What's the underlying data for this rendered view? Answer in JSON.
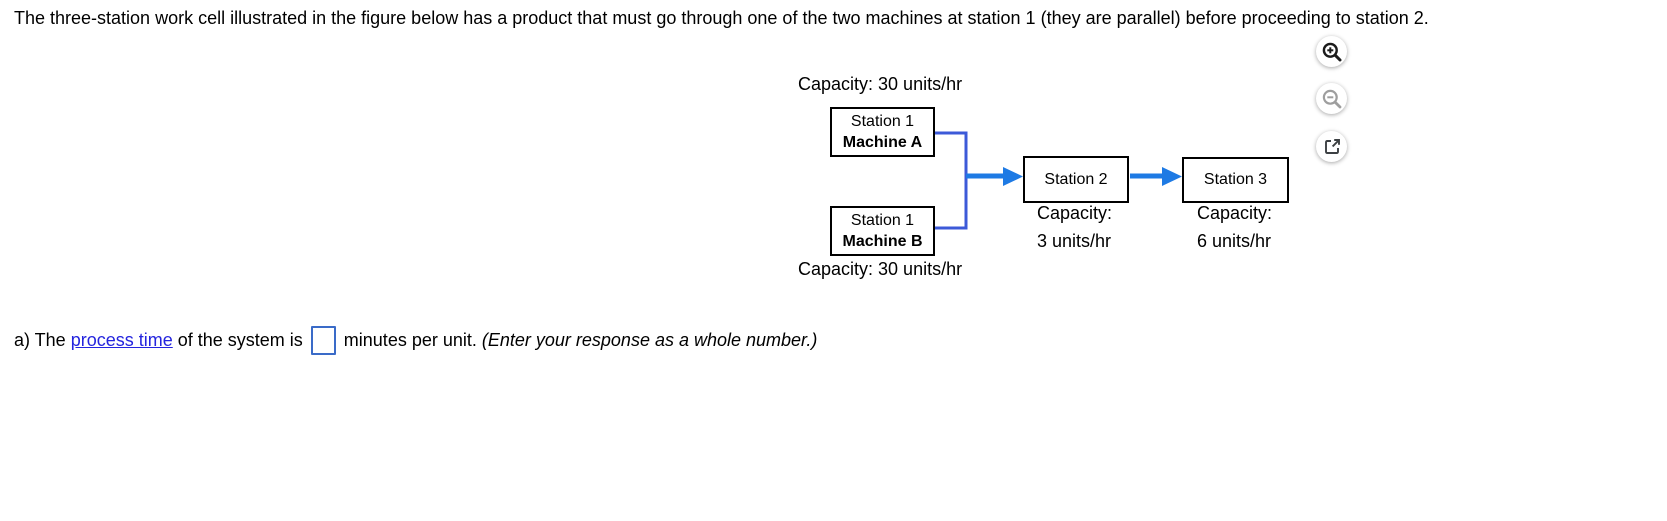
{
  "problem": {
    "statement": "The three-station work cell illustrated in the figure below has a product that must go through one of the two machines at station 1 (they are parallel) before proceeding to station 2."
  },
  "diagram": {
    "machine_a": {
      "station": "Station 1",
      "machine": "Machine A",
      "capacity": "Capacity: 30 units/hr"
    },
    "machine_b": {
      "station": "Station 1",
      "machine": "Machine B",
      "capacity": "Capacity: 30 units/hr"
    },
    "station2": {
      "label": "Station 2",
      "capacity_label": "Capacity:",
      "capacity_value": "3 units/hr"
    },
    "station3": {
      "label": "Station 3",
      "capacity_label": "Capacity:",
      "capacity_value": "6 units/hr"
    },
    "colors": {
      "connector_blue": "#3C5AD8",
      "arrow_blue": "#1E7AE4",
      "box_border": "#000000"
    }
  },
  "figure_tools": {
    "zoom_in_icon": "magnifier-plus",
    "zoom_out_icon": "magnifier-minus",
    "open_in_new_icon": "open-in-new-window",
    "colors": {
      "active": "#1b1b1b",
      "disabled": "#9e9e9e",
      "open": "#3c4043"
    }
  },
  "question": {
    "prefix": "a) The",
    "link_text": "process time",
    "middle": "of the system is",
    "answer_value": "",
    "suffix": "minutes per unit.",
    "instruction": "(Enter your response as a whole number.)",
    "link_color": "#2424DE",
    "answer_border_color": "#3A6BC8"
  }
}
